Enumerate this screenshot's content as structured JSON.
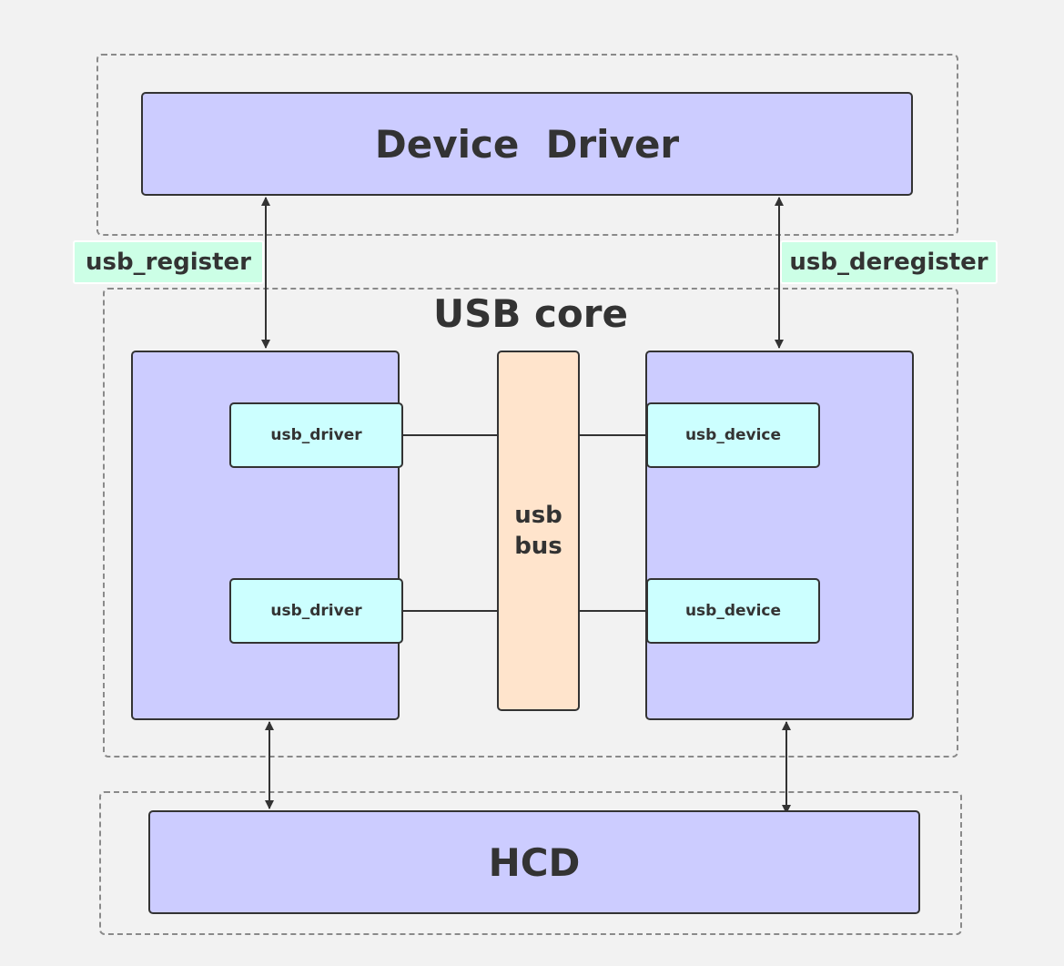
{
  "device_driver": {
    "label": "Device  Driver"
  },
  "usb_core": {
    "title": "USB core"
  },
  "hcd": {
    "label": "HCD"
  },
  "arrow_labels": {
    "register": "usb_register",
    "deregister": "usb_deregister"
  },
  "left_panel": {
    "items": [
      {
        "label": "usb_driver"
      },
      {
        "label": "usb_driver"
      }
    ]
  },
  "right_panel": {
    "items": [
      {
        "label": "usb_device"
      },
      {
        "label": "usb_device"
      }
    ]
  },
  "bus": {
    "line1": "usb",
    "line2": "bus"
  },
  "colors": {
    "background": "#f2f2f2",
    "layer_box": "#ccccff",
    "item_box": "#ccffff",
    "bus_box": "#ffe4cc",
    "label_bg": "#ccffe6",
    "stroke": "#333333",
    "dashed_border": "#8a8a8a"
  }
}
